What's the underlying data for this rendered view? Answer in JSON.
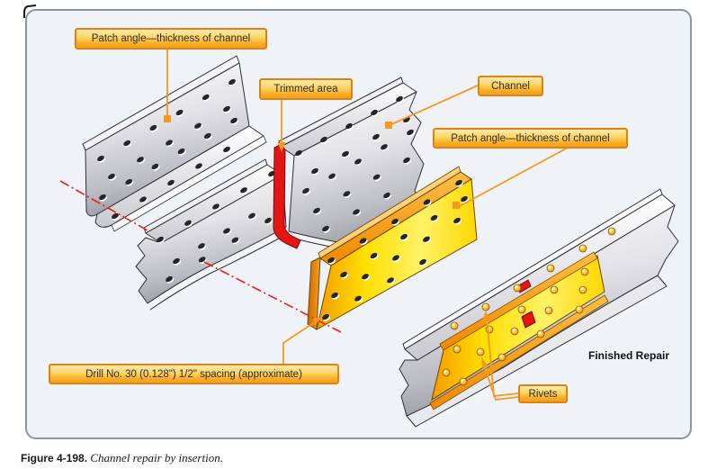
{
  "figure": {
    "id_label": "Figure 4-198.",
    "caption": "Channel repair by insertion."
  },
  "callouts": {
    "patch_angle_top": "Patch angle—thickness of channel",
    "trimmed_area": "Trimmed area",
    "channel": "Channel",
    "patch_angle_right": "Patch angle—thickness of channel",
    "drill_spacing": "Drill No. 30 (0.128\") 1/2\" spacing (approximate)",
    "rivets": "Rivets",
    "finished_repair": "Finished Repair"
  },
  "colors": {
    "callout_border": "#e0820f",
    "callout_gradient_top": "#fdeab2",
    "callout_gradient_bottom": "#f5a01e",
    "leader_orange": "#f5991d",
    "centerline_red": "#ed1c1c",
    "trimmed_edge_red": "#e31515",
    "patch_yellow": "#ffe000",
    "patch_flange_orange": "#f59b00",
    "rivet_gold": "#f0a41a",
    "metal_light": "#ffffff",
    "metal_dark": "#9a9aa2",
    "panel_background": "#eff3f7",
    "panel_border": "#8e959b"
  }
}
